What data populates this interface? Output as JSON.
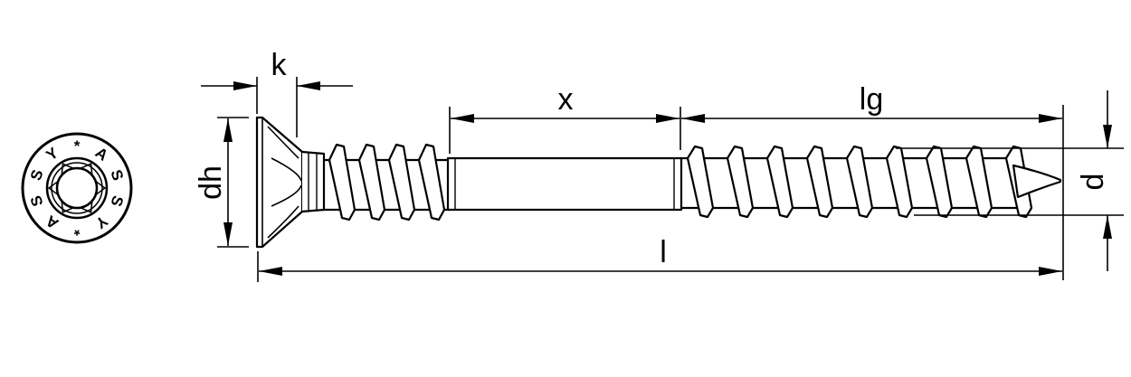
{
  "labels": {
    "k": "k",
    "dh": "dh",
    "x": "x",
    "lg": "lg",
    "l": "l",
    "d": "d"
  },
  "head_logo": {
    "letters": [
      "A",
      "S",
      "S",
      "Y",
      "*",
      "A",
      "S",
      "S",
      "Y",
      "*"
    ]
  },
  "colors": {
    "line": "#000000",
    "background": "#ffffff"
  }
}
